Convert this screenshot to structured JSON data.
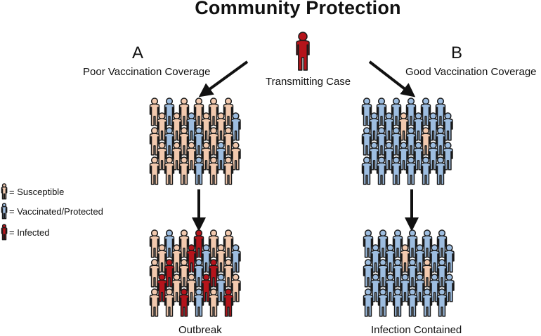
{
  "title": "Community Protection",
  "scenario_a": {
    "letter": "A",
    "coverage": "Poor Vaccination Coverage",
    "result": "Outbreak"
  },
  "scenario_b": {
    "letter": "B",
    "coverage": "Good Vaccination Coverage",
    "result": "Infection Contained"
  },
  "source": {
    "label": "Transmitting Case"
  },
  "legend": {
    "susceptible": "= Susceptible",
    "vaccinated": "= Vaccinated/Protected",
    "infected": "= Infected"
  },
  "colors": {
    "susceptible": "#f2c9ae",
    "vaccinated": "#9dbde0",
    "infected": "#b5141b",
    "outline": "#1a1a1a"
  }
}
